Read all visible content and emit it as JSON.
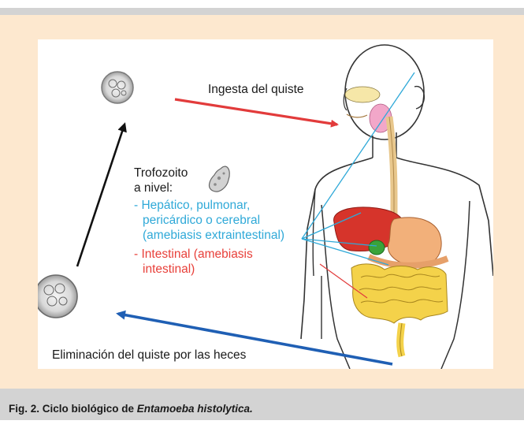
{
  "figure": {
    "labels": {
      "ingestion": "Ingesta del quiste",
      "trophozoite_title_line1": "Trofozoito",
      "trophozoite_title_line2": "a nivel:",
      "extraintestinal_line1": "- Hepático, pulmonar,",
      "extraintestinal_line2": "pericárdico o cerebral",
      "extraintestinal_line3": "(amebiasis extraintestinal)",
      "intestinal_line1": "- Intestinal (amebiasis",
      "intestinal_line2": "intestinal)",
      "elimination": "Eliminación del quiste por las heces"
    },
    "colors": {
      "cyan_label": "#2fa9d8",
      "red_label": "#e8403a",
      "blue_arrow": "#1f5fb4",
      "red_arrow": "#e23b3b",
      "black_arrow": "#111111",
      "panel_background": "#fde8cf",
      "caption_bar": "#d3d3d3"
    }
  },
  "caption": {
    "prefix": "Fig. 2. Ciclo biológico de ",
    "species": "Entamoeba histolytica."
  }
}
